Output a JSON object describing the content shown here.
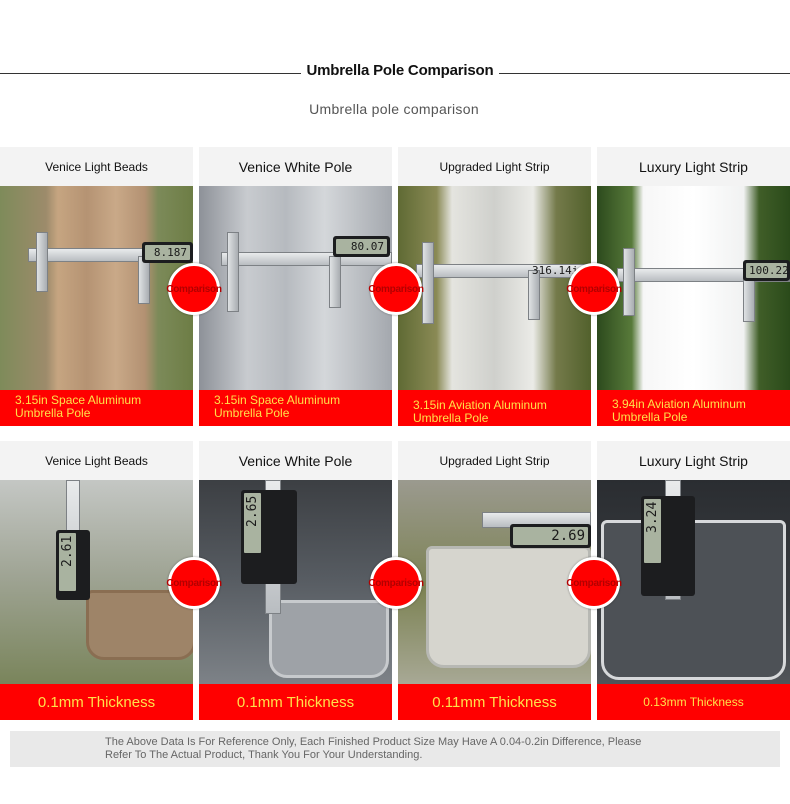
{
  "header": {
    "title": "Umbrella Pole Comparison",
    "subtitle": "Umbrella pole comparison"
  },
  "badge_text": "Comparison",
  "row1": [
    {
      "heading": "Venice Light Beads",
      "reading": "8.187",
      "banner": [
        "3.15in Space Aluminum",
        "Umbrella Pole"
      ]
    },
    {
      "heading": "Venice White Pole",
      "reading": "80.07",
      "banner": [
        "3.15in Space Aluminum",
        "Umbrella Pole"
      ]
    },
    {
      "heading": "Upgraded Light Strip",
      "reading": "316.14in",
      "banner": [
        "3.15in Aviation Aluminum",
        "Umbrella Pole"
      ]
    },
    {
      "heading": "Luxury Light Strip",
      "reading": "100.22",
      "banner": [
        "3.94in Aviation Aluminum",
        "Umbrella Pole"
      ]
    }
  ],
  "row2": [
    {
      "heading": "Venice Light Beads",
      "reading": "2.61",
      "banner": "0.1mm Thickness"
    },
    {
      "heading": "Venice White Pole",
      "reading": "2.65",
      "banner": "0.1mm Thickness"
    },
    {
      "heading": "Upgraded Light Strip",
      "reading": "2.69",
      "banner": "0.11mm Thickness"
    },
    {
      "heading": "Luxury Light Strip",
      "reading": "3.24",
      "banner": "0.13mm Thickness"
    }
  ],
  "notice": {
    "line1": "The Above Data Is For Reference Only, Each Finished Product Size May Have A 0.04-0.2in Difference, Please",
    "line2": "Refer To The Actual Product, Thank You For Your Understanding."
  },
  "colors": {
    "banner_red": "#ff0000",
    "banner_text": "#ffe04a"
  }
}
